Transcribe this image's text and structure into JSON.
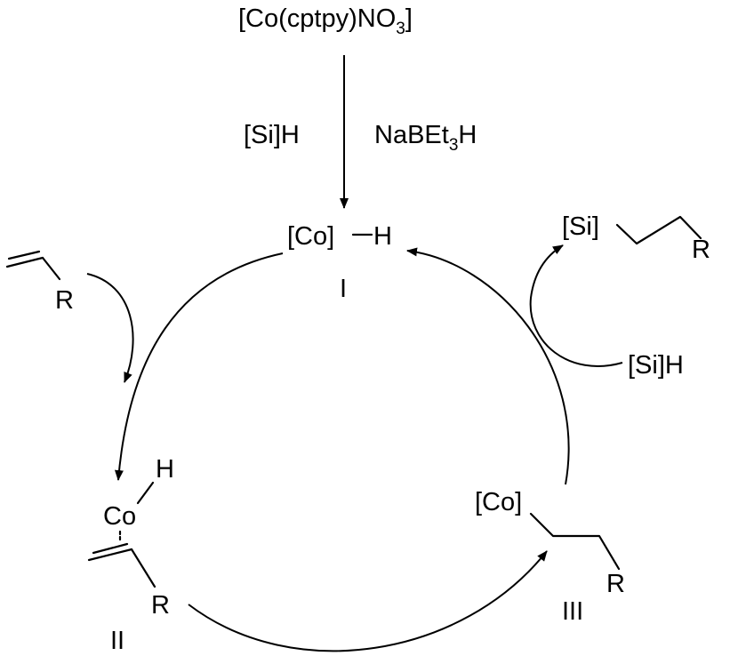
{
  "precatalyst": {
    "prefix": "[Co(cptpy)NO",
    "subscript": "3",
    "suffix": "]"
  },
  "activation": {
    "left_reagent": "[Si]H",
    "right_reagent": {
      "prefix": "NaBEt",
      "subscript": "3",
      "suffix": "H"
    }
  },
  "species_I": {
    "co_label": "[Co]",
    "h_label": "H",
    "roman": "I"
  },
  "substrate": {
    "r_label": "R"
  },
  "species_II": {
    "h_label": "H",
    "co_label": "Co",
    "r_label": "R",
    "roman": "II"
  },
  "species_III": {
    "co_label": "[Co]",
    "r_label": "R",
    "roman": "III"
  },
  "product": {
    "si_label": "[Si]",
    "r_label": "R"
  },
  "silane_reagent": "[Si]H"
}
